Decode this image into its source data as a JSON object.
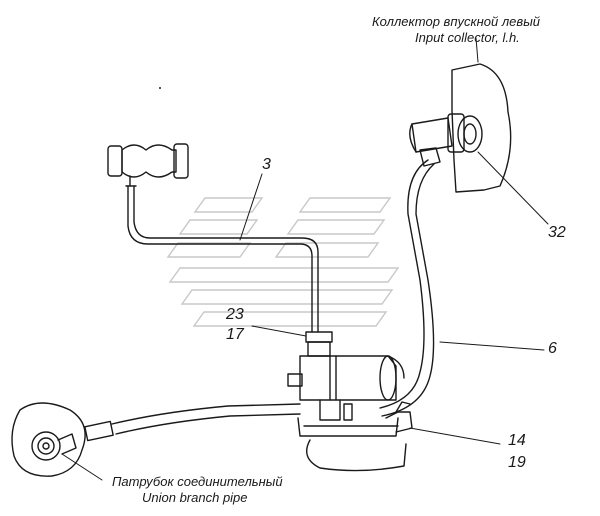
{
  "captions": {
    "collector_ru": "Коллектор впускной левый",
    "collector_en": "Input collector, l.h.",
    "union_ru": "Патрубок соединительный",
    "union_en": "Union branch pipe"
  },
  "callouts": {
    "c3": "3",
    "c32": "32",
    "c23": "23",
    "c17": "17",
    "c6": "6",
    "c14": "14",
    "c19": "19"
  },
  "colors": {
    "line": "#1a1a1a",
    "watermark": "#c8c8c8",
    "background": "#ffffff"
  }
}
